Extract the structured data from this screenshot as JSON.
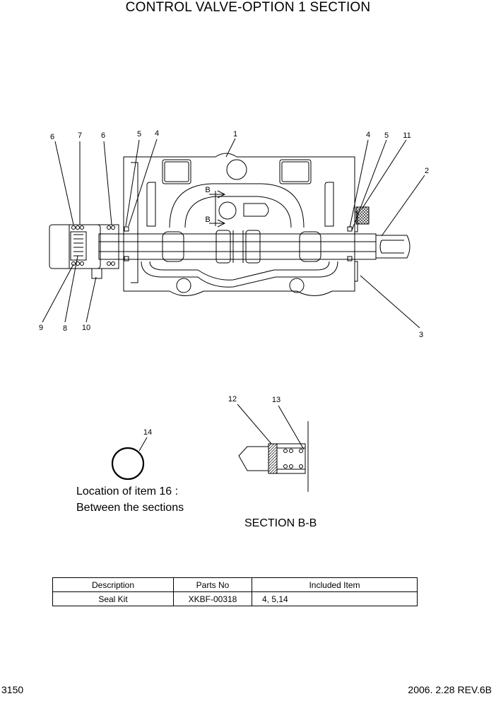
{
  "title": "CONTROL VALVE-OPTION 1 SECTION",
  "callouts": {
    "c1": "1",
    "c2": "2",
    "c3": "3",
    "c4a": "4",
    "c4b": "4",
    "c5a": "5",
    "c5b": "5",
    "c6a": "6",
    "c6b": "6",
    "c7": "7",
    "c8": "8",
    "c9": "9",
    "c10": "10",
    "c11": "11",
    "c12": "12",
    "c13": "13",
    "c14": "14",
    "secA": "B",
    "secB": "B"
  },
  "note": {
    "line1": "Location of item 16 :",
    "line2": "Between the sections"
  },
  "section_label": "SECTION B-B",
  "parts_table": {
    "headers": [
      "Description",
      "Parts No",
      "Included Item"
    ],
    "rows": [
      [
        "Seal Kit",
        "XKBF-00318",
        "4, 5,14"
      ]
    ]
  },
  "footer": {
    "page": "3150",
    "revision": "2006. 2.28  REV.6B"
  }
}
